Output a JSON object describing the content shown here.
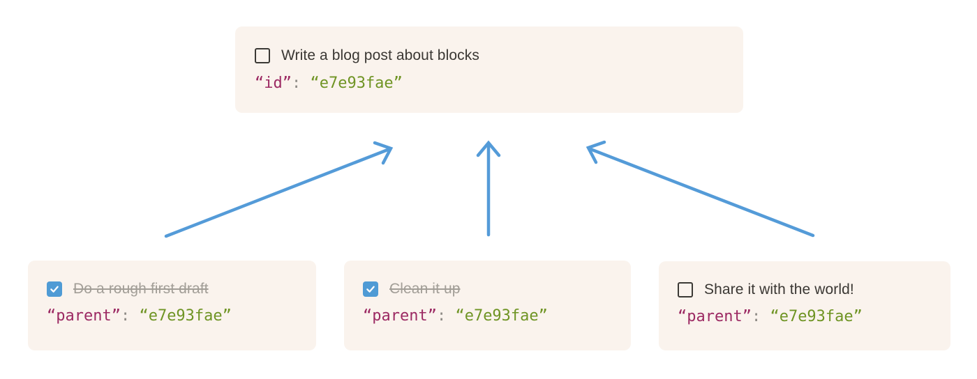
{
  "colors": {
    "card_bg": "#faf3ed",
    "arrow": "#549bd8",
    "checkbox_checked": "#4f9bd5",
    "checkbox_border": "#3b3935",
    "title_text": "#3a3733",
    "done_text": "#a29e97",
    "code_key": "#9c2a63",
    "code_punct": "#8e8b86",
    "code_value": "#6f9424"
  },
  "parent_card": {
    "title": "Write a blog post about blocks",
    "checked": false,
    "code": {
      "key": "“id”",
      "colon": ":",
      "value": "“e7e93fae”"
    }
  },
  "child_cards": [
    {
      "title": "Do a rough first draft",
      "checked": true,
      "code": {
        "key": "“parent”",
        "colon": ":",
        "value": "“e7e93fae”"
      }
    },
    {
      "title": "Clean it up",
      "checked": true,
      "code": {
        "key": "“parent”",
        "colon": ":",
        "value": "“e7e93fae”"
      }
    },
    {
      "title": "Share it with the world!",
      "checked": false,
      "code": {
        "key": "“parent”",
        "colon": ":",
        "value": "“e7e93fae”"
      }
    }
  ]
}
